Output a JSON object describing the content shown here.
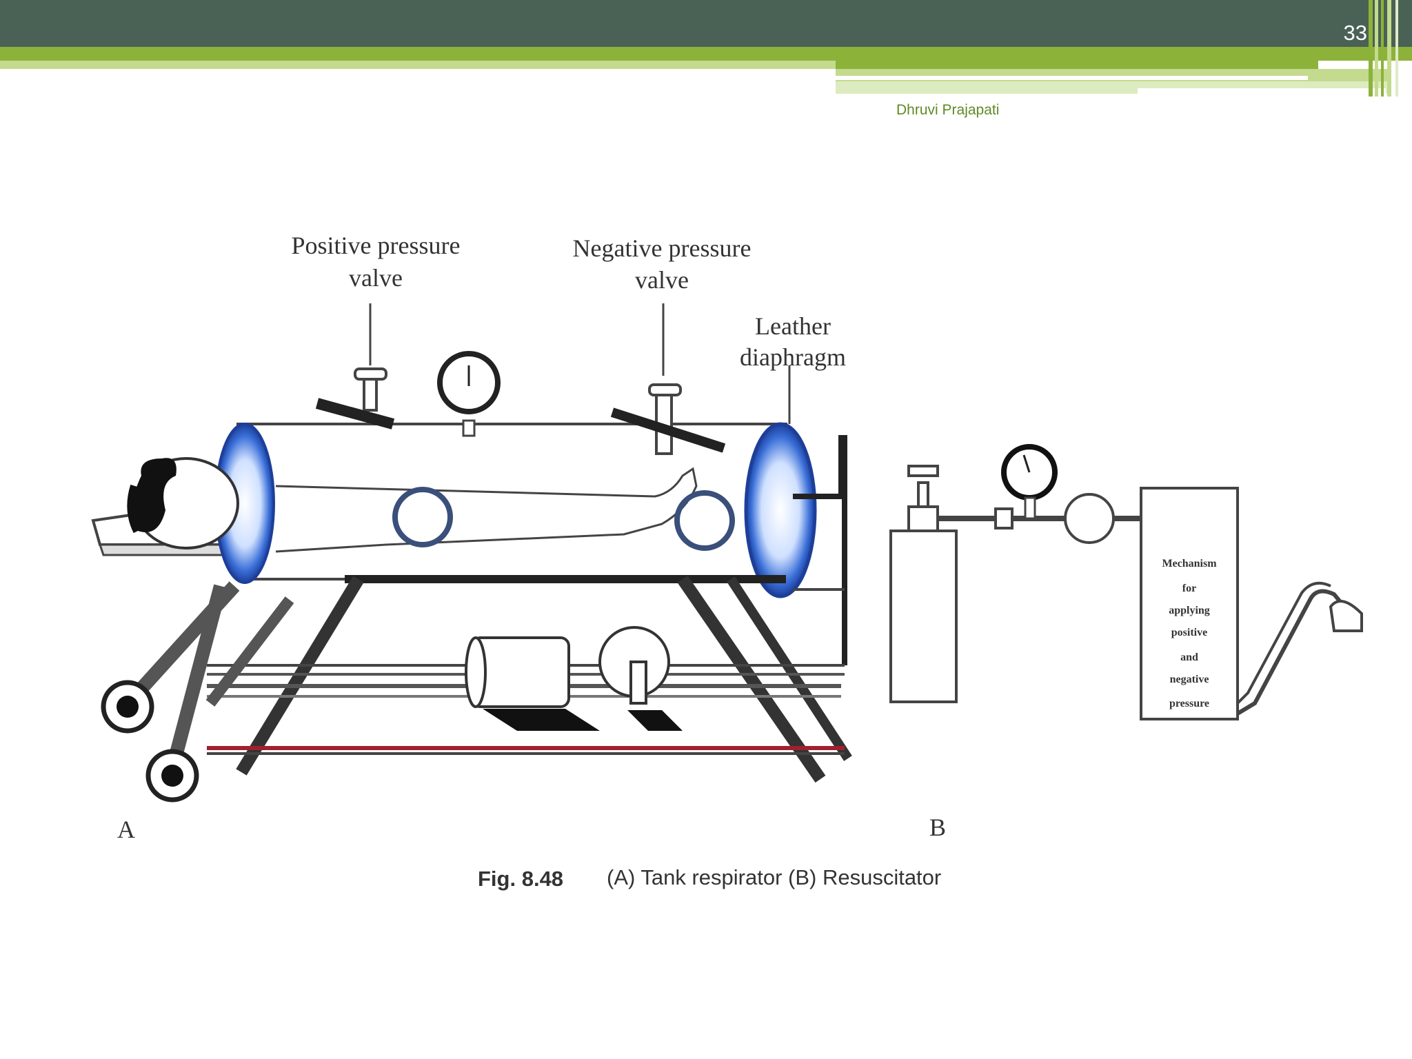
{
  "slide": {
    "number": "33",
    "author": "Dhruvi Prajapati"
  },
  "colors": {
    "header": "#4a6155",
    "accent_green": "#8db23a",
    "light_green": "#c4da8e",
    "author_text": "#5f8a24",
    "diaphragm_blue": "#3a6fd8"
  },
  "figure": {
    "labels": {
      "positive_valve": [
        "Positive pressure",
        "valve"
      ],
      "negative_valve": [
        "Negative pressure",
        "valve"
      ],
      "leather_diaphragm": [
        "Leather",
        "diaphragm"
      ],
      "mechanism": [
        "Mechanism",
        "for",
        "applying",
        "positive",
        "and",
        "negative",
        "pressure"
      ]
    },
    "panel_a": "A",
    "panel_b": "B",
    "caption_figno": "Fig. 8.48",
    "caption_text": "(A) Tank respirator (B) Resuscitator"
  }
}
